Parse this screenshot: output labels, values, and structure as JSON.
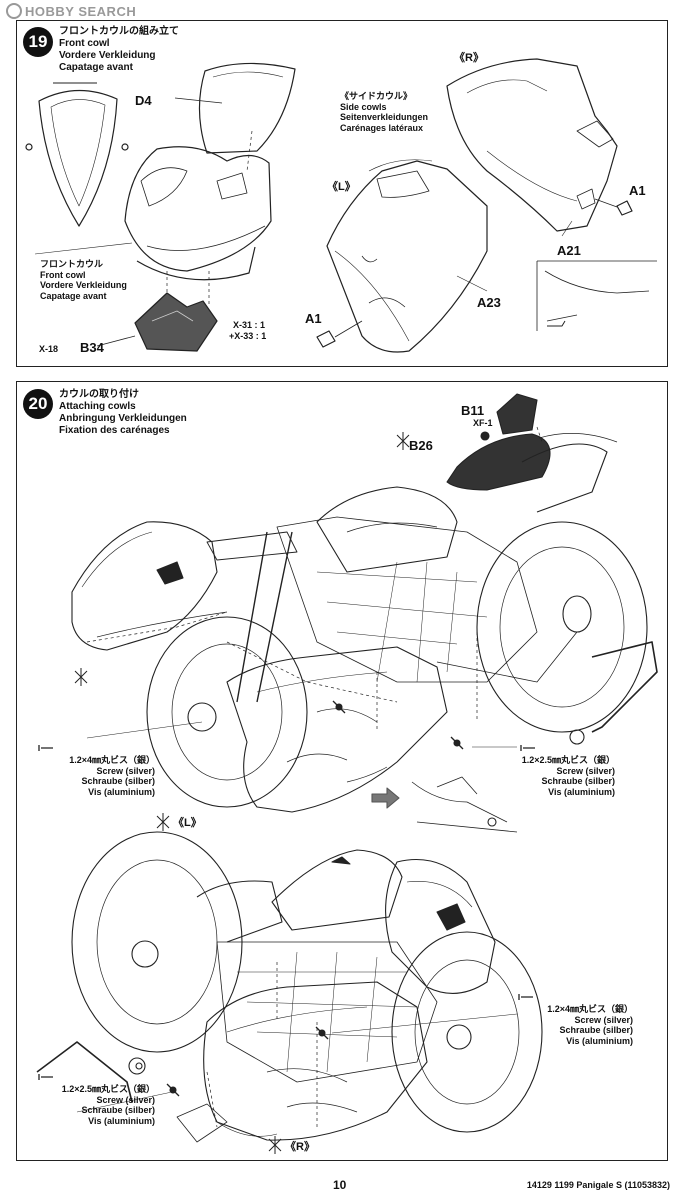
{
  "watermark": "HOBBY SEARCH",
  "step19": {
    "number": "19",
    "title": [
      "フロントカウルの組み立て",
      "Front cowl",
      "Vordere Verkleidung",
      "Capatage avant"
    ],
    "front_cowl_caption": [
      "フロントカウル",
      "Front cowl",
      "Vordere Verkleidung",
      "Capatage avant"
    ],
    "side_cowls_caption": [
      "《サイドカウル》",
      "Side cowls",
      "Seitenverkleidungen",
      "Carénages latéraux"
    ],
    "parts": {
      "d4": "D4",
      "b34": "B34",
      "a1_left": "A1",
      "a1_right": "A1",
      "a23": "A23",
      "a21": "A21"
    },
    "side_r": "《R》",
    "side_l": "《L》",
    "paint_x18": "X-18",
    "paint_x31": "X-31 : 1",
    "paint_x33": "+X-33 : 1"
  },
  "step20": {
    "number": "20",
    "title": [
      "カウルの取り付け",
      "Attaching cowls",
      "Anbringung Verkleidungen",
      "Fixation des carénages"
    ],
    "parts": {
      "b11": "B11",
      "b26": "B26",
      "xf1": "XF-1"
    },
    "screw_4mm": [
      "1.2×4㎜丸ビス（銀）",
      "Screw (silver)",
      "Schraube (silber)",
      "Vis (aluminium)"
    ],
    "screw_25mm": [
      "1.2×2.5㎜丸ビス（銀）",
      "Screw (silver)",
      "Schraube (silber)",
      "Vis (aluminium)"
    ],
    "screw_4mm_b": [
      "1.2×4㎜丸ビス（銀）",
      "Screw (silver)",
      "Schraube (silber)",
      "Vis (aluminium)"
    ],
    "screw_25mm_b": [
      "1.2×2.5㎜丸ビス（銀）",
      "Screw (silver)",
      "Schraube (silber)",
      "Vis (aluminium)"
    ],
    "side_l": "《L》",
    "side_r": "《R》"
  },
  "footer": {
    "page_number": "10",
    "code": "14129  1199 Panigale S (11053832)"
  }
}
